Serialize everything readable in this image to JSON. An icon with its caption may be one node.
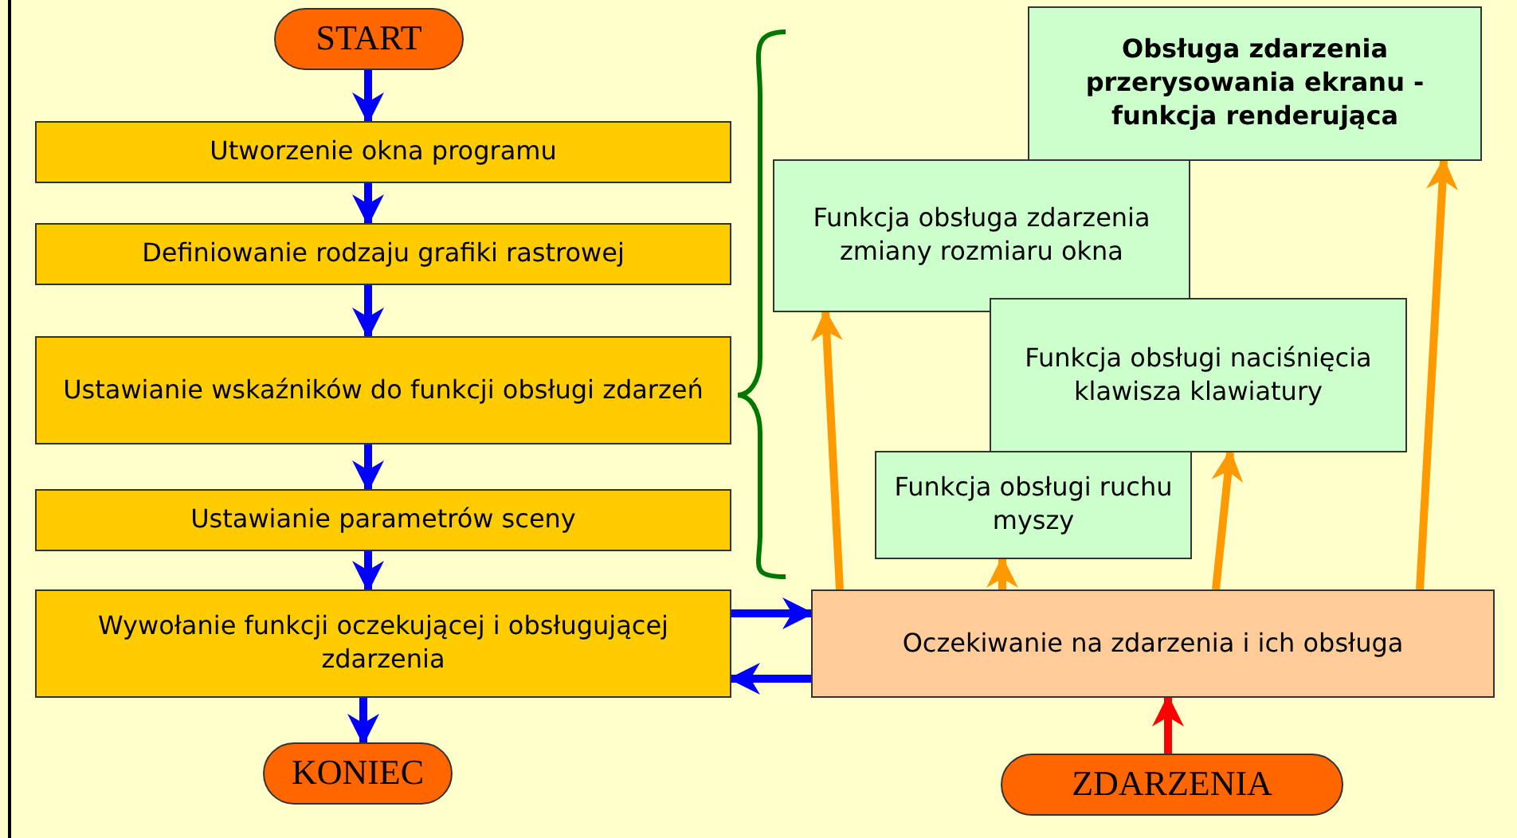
{
  "diagram": {
    "nodes": [
      {
        "text": [
          "START"
        ]
      },
      {
        "text": [
          "Utworzenie okna programu"
        ]
      },
      {
        "text": [
          "Definiowanie rodzaju grafiki rastrowej"
        ]
      },
      {
        "text": [
          "Ustawianie wskaźników do funkcji obsługi zdarzeń"
        ]
      },
      {
        "text": [
          "Ustawianie parametrów sceny"
        ]
      },
      {
        "text": [
          "Wywołanie funkcji oczekującej i obsługującej zdarzenia"
        ]
      },
      {
        "text": [
          "KONIEC"
        ]
      },
      {
        "text": [
          "Obsługa zdarzenia przerysowania ekranu - funkcja renderująca"
        ]
      },
      {
        "text": [
          "Funkcja obsługa zdarzenia zmiany rozmiaru okna"
        ]
      },
      {
        "text": [
          "Funkcja obsługi naciśnięcia klawisza klawiatury"
        ]
      },
      {
        "text": [
          "Funkcja obsługi ruchu myszy"
        ]
      },
      {
        "text": [
          "Oczekiwanie na zdarzenia i ich obsługa"
        ]
      },
      {
        "text": [
          "ZDARZENIA"
        ]
      }
    ],
    "edges": [
      {
        "from": 0,
        "to": 1,
        "arrow": "to"
      },
      {
        "from": 1,
        "to": 2,
        "arrow": "to"
      },
      {
        "from": 2,
        "to": 3,
        "arrow": "to"
      },
      {
        "from": 3,
        "to": 4,
        "arrow": "to"
      },
      {
        "from": 4,
        "to": 5,
        "arrow": "to"
      },
      {
        "from": 5,
        "to": 6,
        "arrow": "to"
      },
      {
        "from": 5,
        "to": 11,
        "arrow": "to"
      },
      {
        "from": 11,
        "to": 5,
        "arrow": "to"
      },
      {
        "from": 11,
        "to": 8,
        "arrow": "to",
        "color": "#ff9900"
      },
      {
        "from": 11,
        "to": 10,
        "arrow": "to",
        "color": "#ff9900"
      },
      {
        "from": 11,
        "to": 9,
        "arrow": "to",
        "color": "#ff9900"
      },
      {
        "from": 11,
        "to": 7,
        "arrow": "to",
        "color": "#ff9900"
      },
      {
        "from": 12,
        "to": 11,
        "arrow": "to",
        "color": "#ff0000"
      }
    ]
  }
}
